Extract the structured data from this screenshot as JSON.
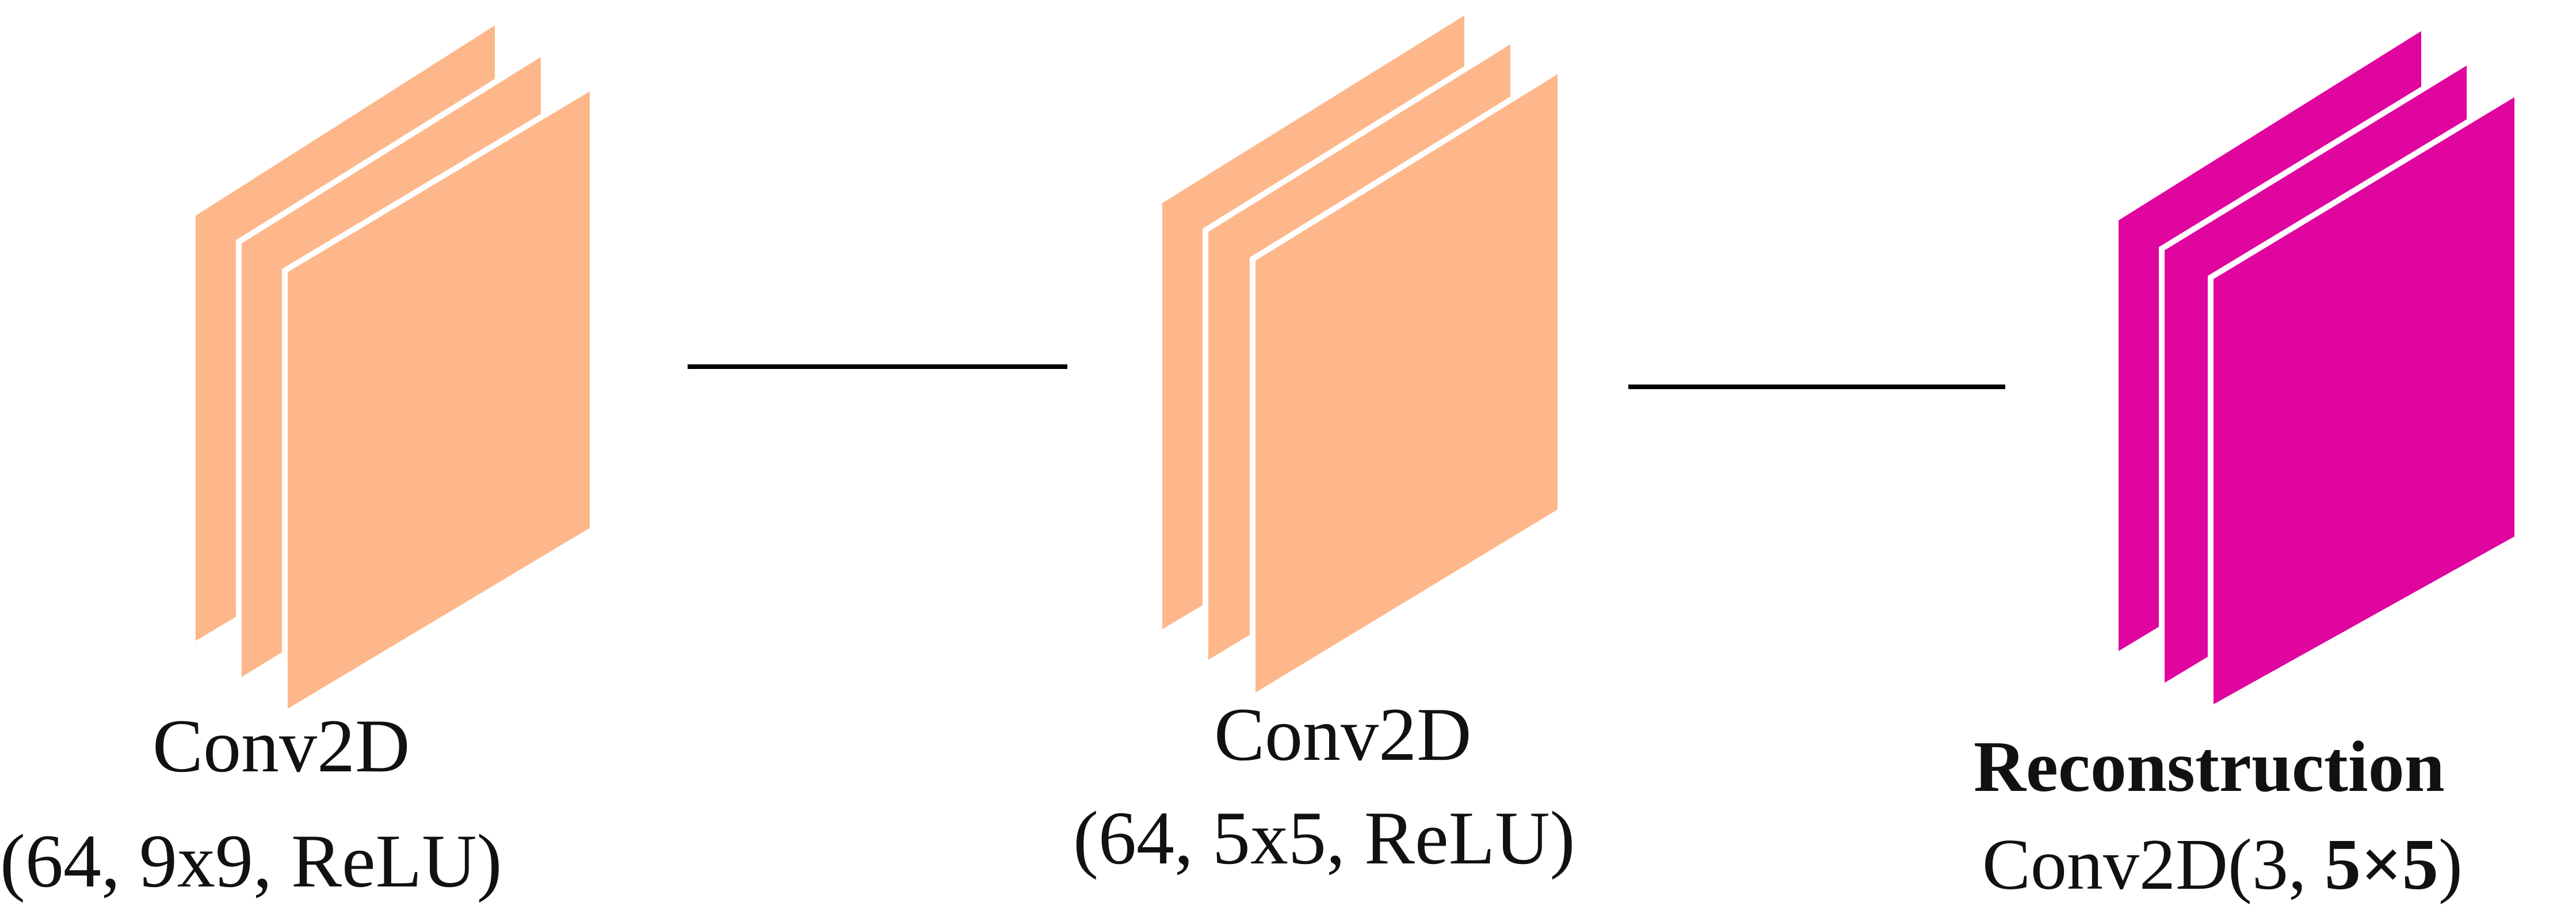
{
  "colors": {
    "conv_block": "#FDB78A",
    "reconstruction_block": "#E0059E",
    "arrow": "#000000",
    "text": "#111111"
  },
  "diagram": {
    "blocks": [
      {
        "id": "conv-block-1",
        "kind": "conv",
        "label_line1": "Conv2D",
        "label_line2": "(64,  9x9,  ReLU)"
      },
      {
        "id": "conv-block-2",
        "kind": "conv",
        "label_line1": "Conv2D",
        "label_line2": "(64,  5x5,  ReLU)"
      },
      {
        "id": "reconstruction-block",
        "kind": "reconstruction",
        "label_line1": "Reconstruction",
        "label_line2_prefix": "Conv2D(3,  ",
        "label_line2_bold": "5×5",
        "label_line2_suffix": ")"
      }
    ],
    "connections": [
      {
        "from": "conv-block-1",
        "to": "conv-block-2"
      },
      {
        "from": "conv-block-2",
        "to": "reconstruction-block"
      }
    ]
  }
}
